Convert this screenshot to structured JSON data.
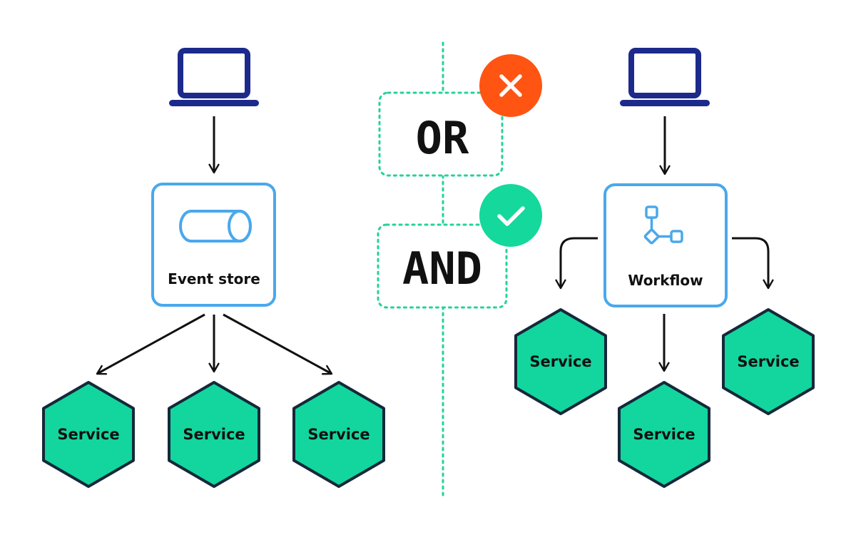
{
  "left": {
    "box_label": "Event store",
    "services": [
      "Service",
      "Service",
      "Service"
    ],
    "client_icon": "laptop-icon",
    "store_icon": "cylinder-icon"
  },
  "center": {
    "or_label": "OR",
    "or_status_icon": "close-icon",
    "and_label": "AND",
    "and_status_icon": "check-icon"
  },
  "right": {
    "box_label": "Workflow",
    "services": [
      "Service",
      "Service",
      "Service"
    ],
    "client_icon": "laptop-icon",
    "workflow_icon": "workflow-icon"
  },
  "colors": {
    "laptop": "#1c2a8c",
    "box_border": "#4aa8ec",
    "hexagon_fill": "#12d69e",
    "hexagon_stroke": "#16283a",
    "divider": "#24d29a",
    "error_badge": "#ff5412",
    "success_badge": "#14d89c",
    "arrow": "#111111"
  }
}
